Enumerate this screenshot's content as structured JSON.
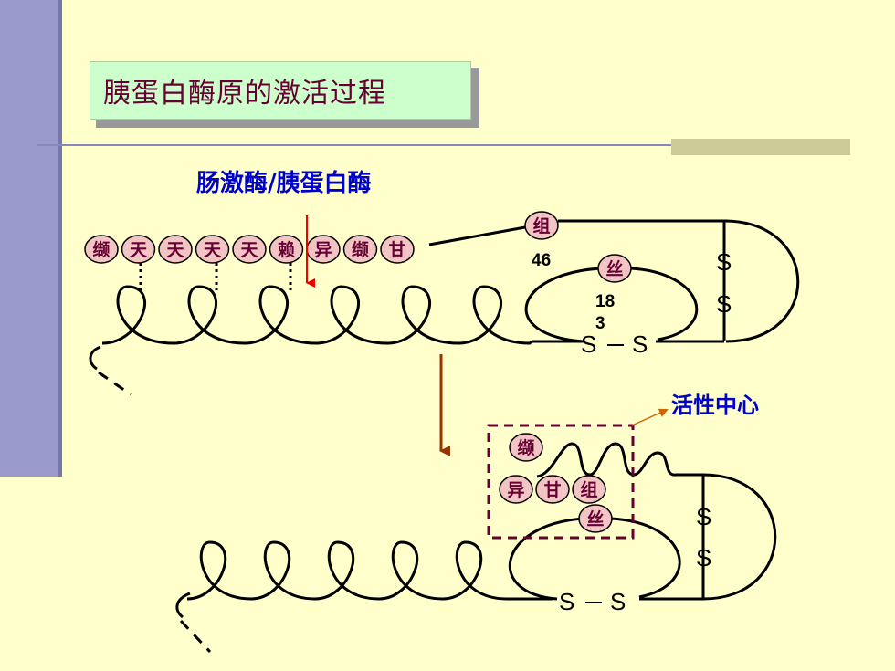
{
  "title": "胰蛋白酶原的激活过程",
  "enzyme_label": "肠激酶/胰蛋白酶",
  "top_chain": {
    "residues": [
      "缬",
      "天",
      "天",
      "天",
      "天",
      "赖",
      "异",
      "缬",
      "甘"
    ],
    "his_residue": "组",
    "his_number": "46",
    "ser_residue": "丝",
    "ser_number_line1": "18",
    "ser_number_line2": "3",
    "disulfide_right": [
      "S",
      "S"
    ],
    "disulfide_bottom": [
      "S",
      "S"
    ]
  },
  "bottom_chain": {
    "val_residue": "缬",
    "row_residues": [
      "异",
      "甘",
      "组"
    ],
    "ser_residue": "丝",
    "disulfide_right": [
      "S",
      "S"
    ],
    "disulfide_bottom": [
      "S",
      "S"
    ]
  },
  "active_center_label": "活性中心",
  "colors": {
    "background": "#FFFFCC",
    "sidebar": "#9999CC",
    "title_box": "#CCFFCC",
    "title_text": "#660033",
    "residue_fill": "#F2C4C4",
    "label_blue": "#0000CC",
    "cleavage_arrow": "#EE0000",
    "process_arrow": "#993300",
    "active_box": "#660033"
  }
}
